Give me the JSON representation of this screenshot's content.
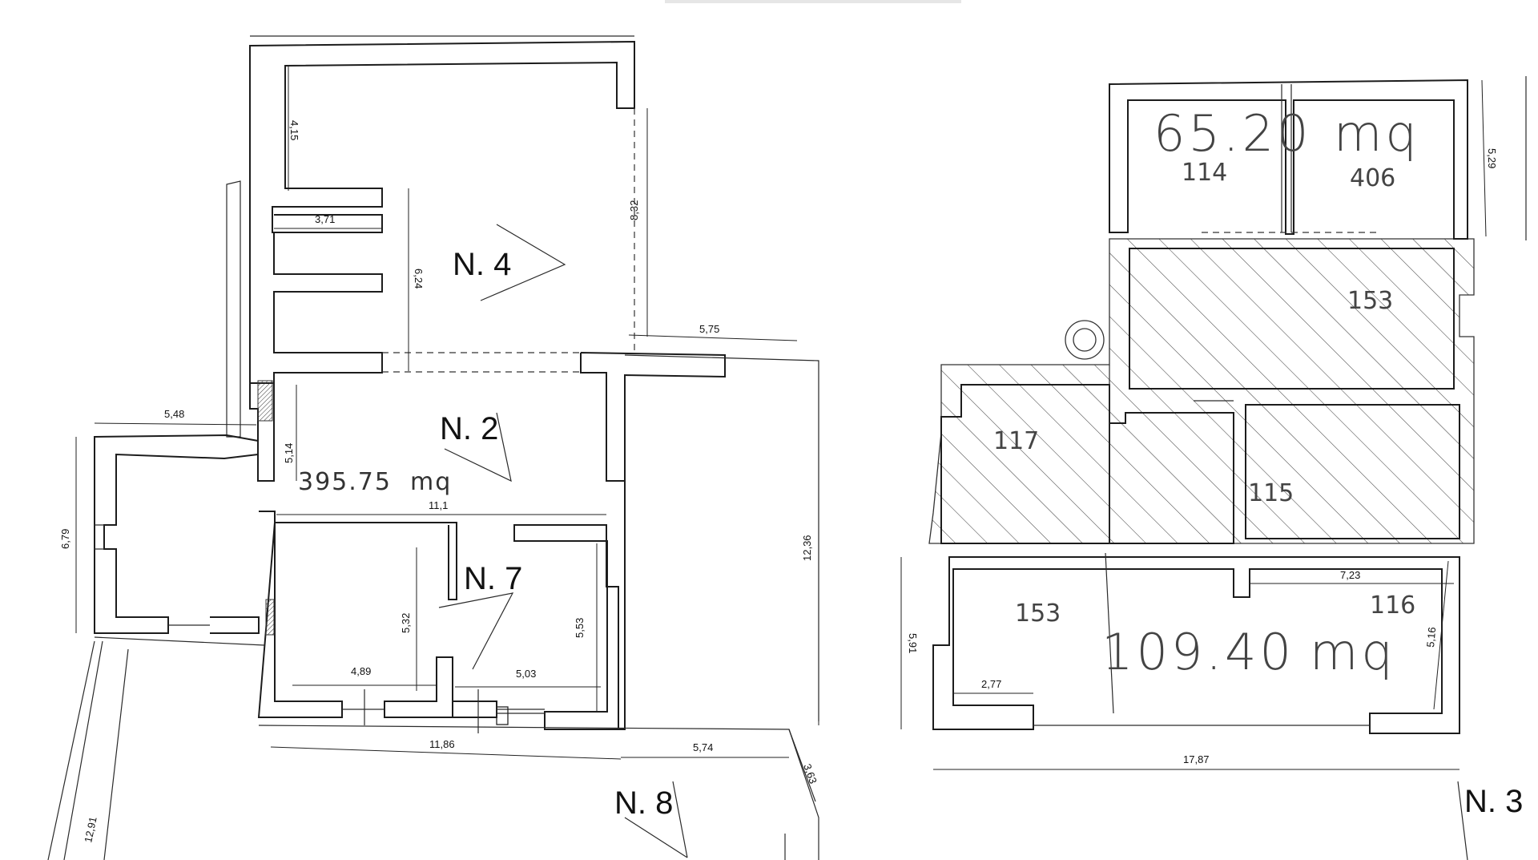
{
  "building_left": {
    "units": {
      "n4": "N. 4",
      "n2": "N. 2",
      "n7": "N. 7",
      "n8": "N. 8"
    },
    "area": "395.75  mq",
    "dimensions": {
      "d_4_15": "4,15",
      "d_3_71": "3,71",
      "d_6_24": "6,24",
      "d_8_32": "8,32",
      "d_5_75": "5,75",
      "d_5_48": "5,48",
      "d_5_14": "5,14",
      "d_11_1": "11,1",
      "d_6_79": "6,79",
      "d_12_36": "12,36",
      "d_5_32": "5,32",
      "d_5_53": "5,53",
      "d_4_89": "4,89",
      "d_5_03": "5,03",
      "d_11_86": "11,86",
      "d_5_74": "5,74",
      "d_3_63": "3,63",
      "d_12_91": "12,91"
    }
  },
  "building_right": {
    "units": {
      "n3": "N. 3"
    },
    "areas": {
      "top": "65.20",
      "top_unit": "mq",
      "bottom": "109.40",
      "bottom_unit": "mq"
    },
    "parcels": {
      "p114": "114",
      "p406": "406",
      "p153_top": "153",
      "p117": "117",
      "p115": "115",
      "p153_bottom": "153",
      "p116": "116"
    },
    "dimensions": {
      "d_5_29": "5,29",
      "d_7_23": "7,23",
      "d_5_16": "5,16",
      "d_5_91": "5,91",
      "d_2_77": "2,77",
      "d_17_87": "17,87"
    }
  },
  "colors": {
    "ink": "#1c1c1c",
    "paper": "#ffffff"
  }
}
